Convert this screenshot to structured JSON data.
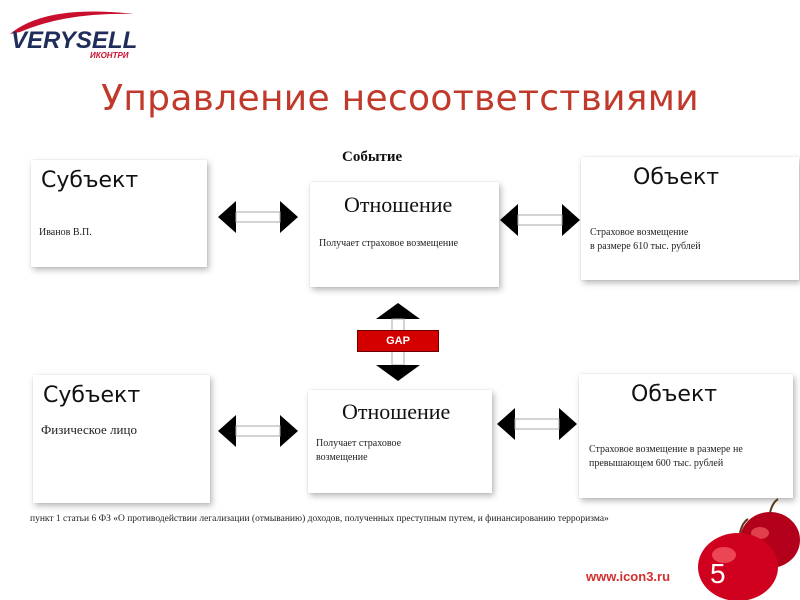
{
  "logo": {
    "brand": "VERYSELL",
    "sub": "ИКОНТРИ"
  },
  "title": "Управление несоответствиями",
  "event_label": "Событие",
  "top_row": {
    "subject": {
      "heading": "Субъект",
      "text": "Иванов В.П."
    },
    "relation": {
      "heading": "Отношение",
      "text": "Получает страховое возмещение"
    },
    "object": {
      "heading": "Объект",
      "text_line1": "Страховое возмещение",
      "text_line2": "в размере 610 тыс. рублей"
    }
  },
  "gap_label": "GAP",
  "bottom_row": {
    "subject": {
      "heading": "Субъект",
      "text": "Физическое лицо"
    },
    "relation": {
      "heading": "Отношение",
      "text_line1": "Получает страховое",
      "text_line2": "возмещение"
    },
    "object": {
      "heading": "Объект",
      "text_line1": "Страховое возмещение в размере  не",
      "text_line2": "превышающем 600 тыс. рублей"
    }
  },
  "footnote": "пункт 1 статьи 6 ФЗ  «О противодействии легализации (отмыванию) доходов, полученных преступным путем,  и финансированию терроризма»",
  "footer": {
    "url": "www.icon3.ru",
    "page": "5"
  },
  "colors": {
    "accent": "#c0392b",
    "gap": "#d40000",
    "brand": "#d32f2f"
  }
}
